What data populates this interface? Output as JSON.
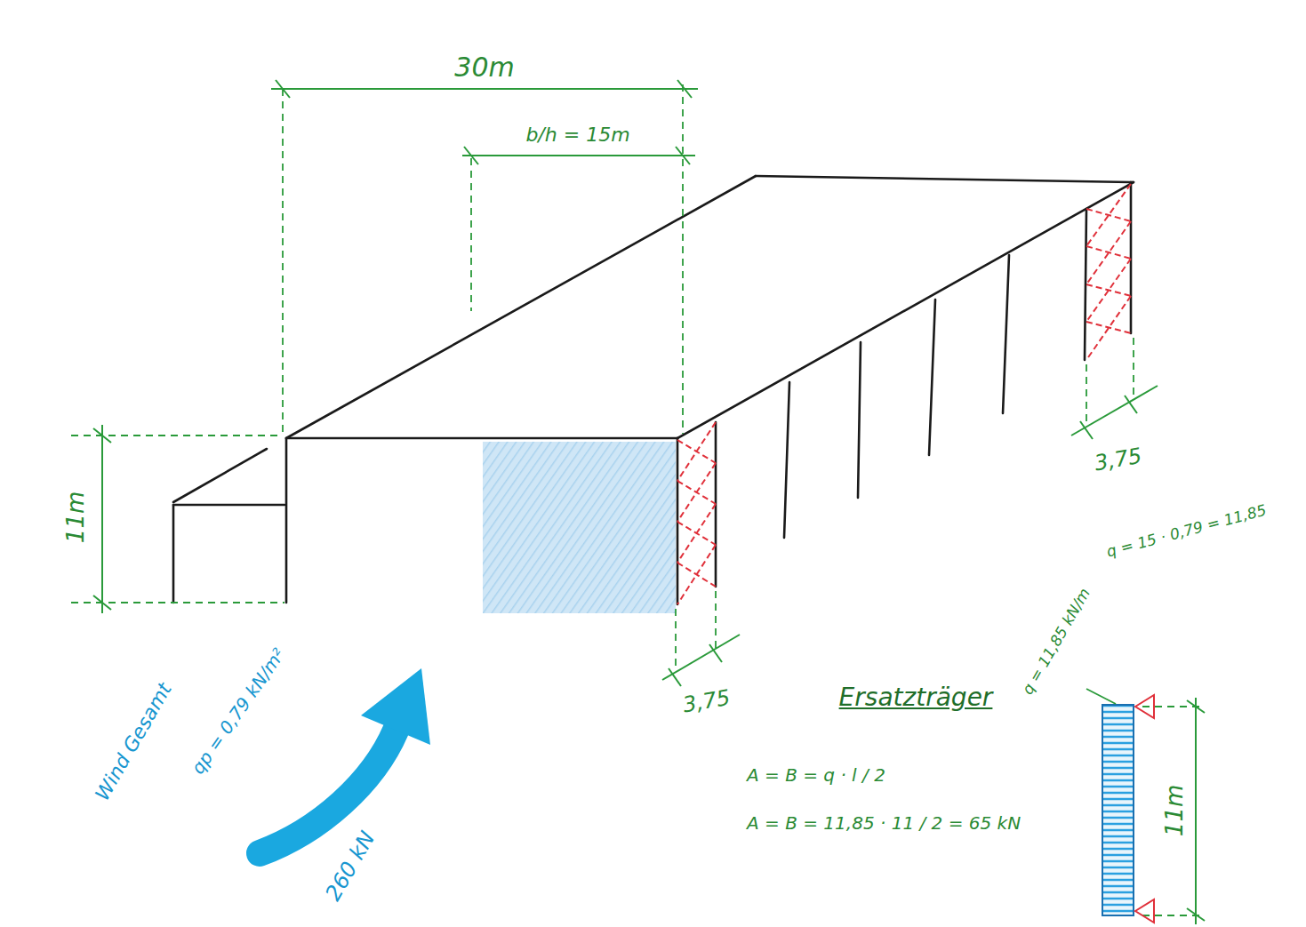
{
  "diagram": {
    "labels": [
      "30m",
      "b/h = 15m",
      "11m",
      "3,75",
      "3,75",
      "q = 15 · 0,79 = 11,85",
      "q = 11,85 kN/m",
      "Ersatzträger",
      "A = B = q · l / 2",
      "A = B = 11,85 · 11 / 2 = 65 kN",
      "11m",
      "Wind Gesamt",
      "qp = 0,79 kN/m²",
      "260 kN"
    ]
  }
}
